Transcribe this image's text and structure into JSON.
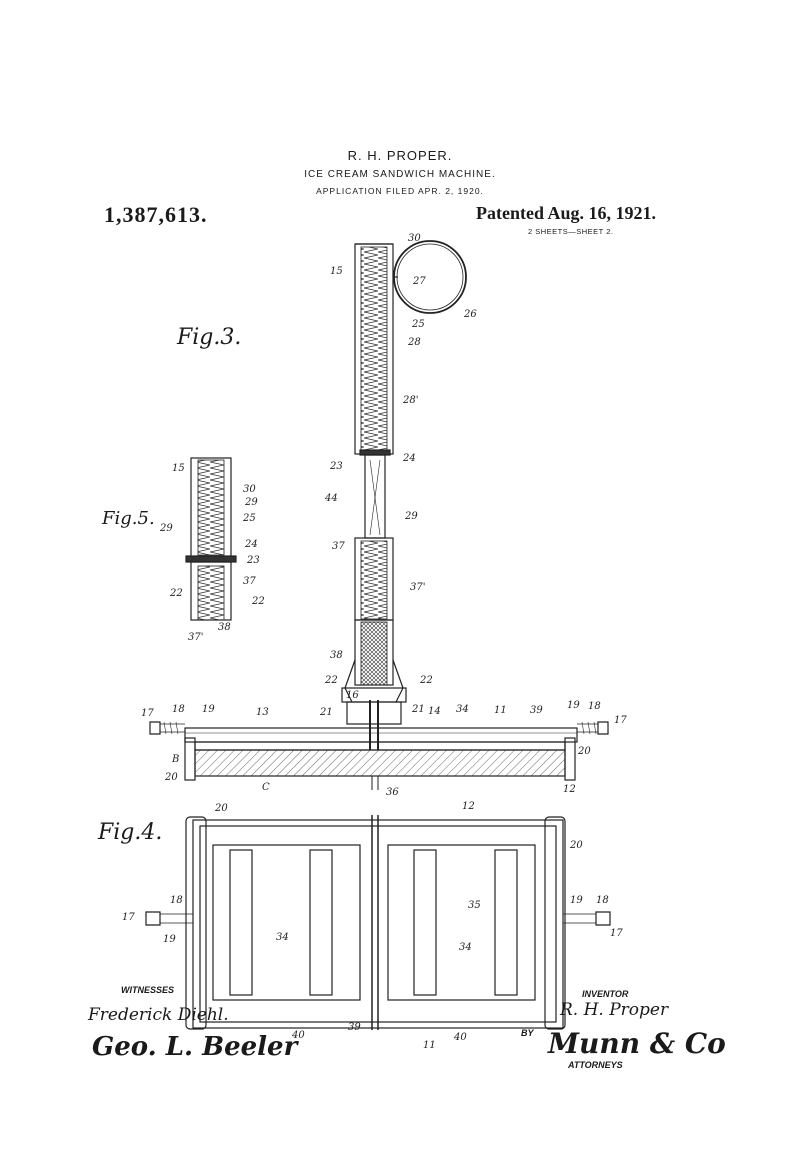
{
  "header": {
    "inventor_name": "R. H. PROPER.",
    "title": "ICE CREAM SANDWICH MACHINE.",
    "application": "APPLICATION FILED APR. 2, 1920.",
    "patent_number": "1,387,613.",
    "patented": "Patented Aug. 16, 1921.",
    "sheets": "2 SHEETS—SHEET 2."
  },
  "figures": {
    "fig3": "Fig.3.",
    "fig4": "Fig.4.",
    "fig5": "Fig.5."
  },
  "footer": {
    "witnesses_label": "WITNESSES",
    "inventor_label": "INVENTOR",
    "by_label": "BY",
    "attorneys_label": "ATTORNEYS",
    "witness_1_signature": "Frederick Diehl.",
    "witness_2_signature": "Geo. L. Beeler",
    "inventor_signature": "R. H. Proper",
    "attorney_signature": "Munn & Co"
  },
  "reference_numerals": {
    "fig3": [
      "30",
      "15",
      "27",
      "26",
      "25",
      "28",
      "28'",
      "23",
      "24",
      "44",
      "29",
      "37",
      "37'",
      "38",
      "22",
      "22",
      "16",
      "21",
      "21",
      "14",
      "34",
      "11",
      "39",
      "17",
      "18",
      "19",
      "13",
      "19",
      "18",
      "17",
      "20",
      "B",
      "20",
      "C",
      "12",
      "36"
    ],
    "fig4": [
      "20",
      "12",
      "20",
      "35",
      "18",
      "17",
      "19",
      "19",
      "18",
      "17",
      "34",
      "34",
      "40",
      "39",
      "11",
      "40"
    ],
    "fig5": [
      "15",
      "30",
      "29",
      "25",
      "29",
      "24",
      "23",
      "37",
      "22",
      "22",
      "38",
      "37'"
    ]
  }
}
